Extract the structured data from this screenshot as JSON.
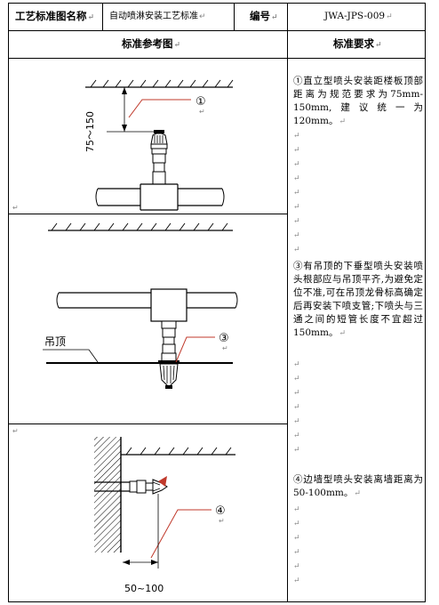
{
  "header": {
    "name_label": "工艺标准图名称",
    "name_value": "自动喷淋安装工艺标准",
    "code_label": "编号",
    "code_value": "JWA-JPS-009",
    "col_left": "标准参考图",
    "col_right": "标准要求"
  },
  "mark": "↵",
  "figures": {
    "fig1": {
      "dimension": "75～150",
      "callout": "①"
    },
    "fig2": {
      "ceiling_label": "吊顶",
      "callout": "③"
    },
    "fig3": {
      "dimension": "50~100",
      "callout": "④"
    }
  },
  "requirements": [
    "①直立型喷头安装距楼板顶部距离为规范要求为75mm-150mm,建议统一为120mm。",
    "③有吊顶的下垂型喷头安装喷头根部应与吊顶平齐,为避免定位不准,可在吊顶龙骨标高确定后再安装下喷支管;下喷头与三通之间的短管长度不宜超过150mm。",
    "④边墙型喷头安装离墙距离为50-100mm。"
  ]
}
